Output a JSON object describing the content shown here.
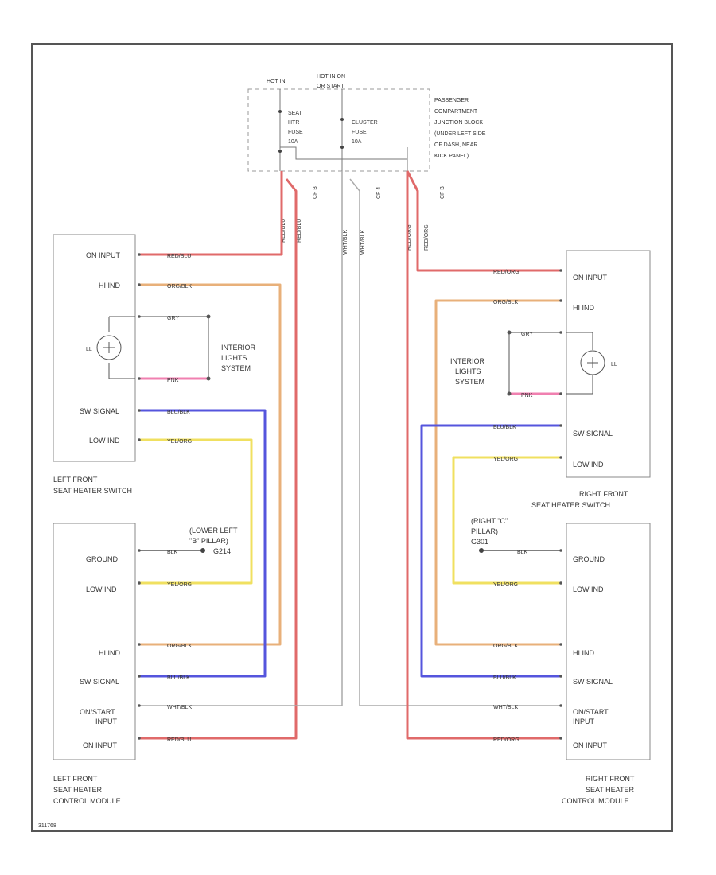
{
  "fuse_block": {
    "hot_in": "HOT IN",
    "hot_in_run": "HOT IN ON",
    "hot_in_run2": "OR START",
    "seat_fuse": [
      "SEAT",
      "HTR",
      "FUSE",
      "10A"
    ],
    "cluster_fuse": [
      "CLUSTER",
      "FUSE",
      "10A"
    ],
    "desc": [
      "PASSENGER",
      "COMPARTMENT",
      "JUNCTION BLOCK",
      "(UNDER LEFT SIDE",
      "OF DASH, NEAR",
      "KICK PANEL)"
    ],
    "conn_labels": [
      "CF B",
      "CF 4",
      "CF B"
    ]
  },
  "wire_colors": {
    "red": "#e06a6a",
    "orange": "#e8b07a",
    "blue": "#5555dd",
    "yellow": "#f0e060",
    "white": "#aaaaaa",
    "pink": "#f080b0",
    "gray": "#888888"
  },
  "left_switch": {
    "name": [
      "LEFT FRONT",
      "SEAT HEATER SWITCH"
    ],
    "pins": [
      "ON INPUT",
      "HI IND",
      "SW SIGNAL",
      "LOW IND"
    ],
    "wires": [
      "RED/BLU",
      "ORG/BLK",
      "GRY",
      "PNK",
      "BLU/BLK",
      "YEL/ORG"
    ],
    "lamp": "LL"
  },
  "right_switch": {
    "name": [
      "RIGHT FRONT",
      "SEAT HEATER SWITCH"
    ],
    "pins": [
      "ON INPUT",
      "HI IND",
      "SW SIGNAL",
      "LOW IND"
    ],
    "wires": [
      "RED/ORG",
      "ORG/BLK",
      "GRY",
      "PNK",
      "BLU/BLK",
      "YEL/ORG"
    ],
    "lamp": "LL"
  },
  "interior_lights": [
    "INTERIOR",
    "LIGHTS",
    "SYSTEM"
  ],
  "left_module": {
    "name": [
      "LEFT FRONT",
      "SEAT HEATER",
      "CONTROL MODULE"
    ],
    "pins": [
      "GROUND",
      "LOW IND",
      "HI IND",
      "SW SIGNAL",
      "ON/START",
      "INPUT",
      "ON INPUT"
    ],
    "wires": [
      "BLK",
      "YEL/ORG",
      "ORG/BLK",
      "BLU/BLK",
      "WHT/BLK",
      "RED/BLU"
    ],
    "ground": [
      "(LOWER LEFT",
      "\"B\" PILLAR)",
      "G214"
    ]
  },
  "right_module": {
    "name": [
      "RIGHT FRONT",
      "SEAT HEATER",
      "CONTROL MODULE"
    ],
    "pins": [
      "GROUND",
      "LOW IND",
      "HI IND",
      "SW SIGNAL",
      "ON/START",
      "INPUT",
      "ON INPUT"
    ],
    "wires": [
      "BLK",
      "YEL/ORG",
      "ORG/BLK",
      "BLU/BLK",
      "WHT/BLK",
      "RED/ORG"
    ],
    "ground": [
      "(RIGHT \"C\"",
      "PILLAR)",
      "G301"
    ]
  },
  "vertical_wire_labels": [
    "RED/BLU",
    "RED/BLU",
    "WHT/BLK",
    "WHT/BLK",
    "RED/ORG",
    "RED/ORG"
  ],
  "figure_id": "311768"
}
